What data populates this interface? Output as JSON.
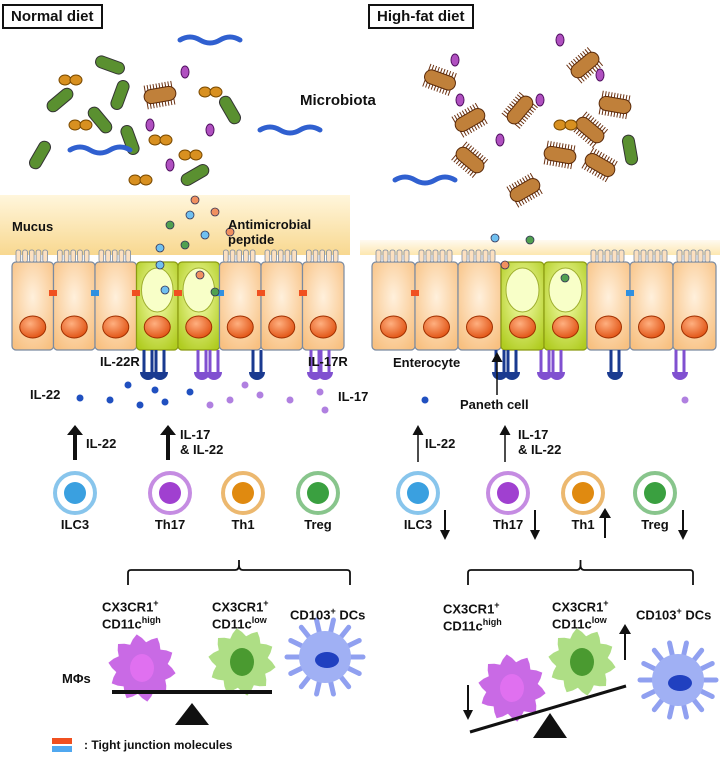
{
  "panels": {
    "left_title": "Normal diet",
    "right_title": "High-fat diet"
  },
  "labels": {
    "microbiota": "Microbiota",
    "mucus": "Mucus",
    "antimicrobial_peptide": "Antimicrobial peptide",
    "il22r": "IL-22R",
    "il17r": "IL-17R",
    "il22": "IL-22",
    "il17": "IL-17",
    "enterocyte": "Enterocyte",
    "paneth_cell": "Paneth cell",
    "arrow_il22": "IL-22",
    "arrow_il17_line1": "IL-17",
    "arrow_il17_line2": "& IL-22",
    "mphis": "MΦs"
  },
  "immune_cells": [
    {
      "name": "ILC3",
      "color": "#3aa0e0",
      "hfd_change": "down"
    },
    {
      "name": "Th17",
      "color": "#a040d0",
      "hfd_change": "down"
    },
    {
      "name": "Th1",
      "color": "#e08a10",
      "hfd_change": "up"
    },
    {
      "name": "Treg",
      "color": "#3aa040",
      "hfd_change": "down"
    }
  ],
  "myeloid": {
    "cx3cr1": "CX3CR1",
    "sup_plus": "+",
    "cd11c": "CD11c",
    "high": "high",
    "low": "low",
    "cd103_dcs": "CD103",
    "dcs": " DCs"
  },
  "legend": {
    "text": ": Tight junction molecules"
  },
  "colors": {
    "mucus": "#fbe3a0",
    "enterocyte": "#fcd9a8",
    "paneth": "#c8dc40",
    "nucleus": "#f06a20",
    "th17": "#a040d0",
    "ilc3": "#3aa0e0",
    "dc": "#90a0f0",
    "mac_high": "#c050e0",
    "mac_low": "#90d060"
  }
}
